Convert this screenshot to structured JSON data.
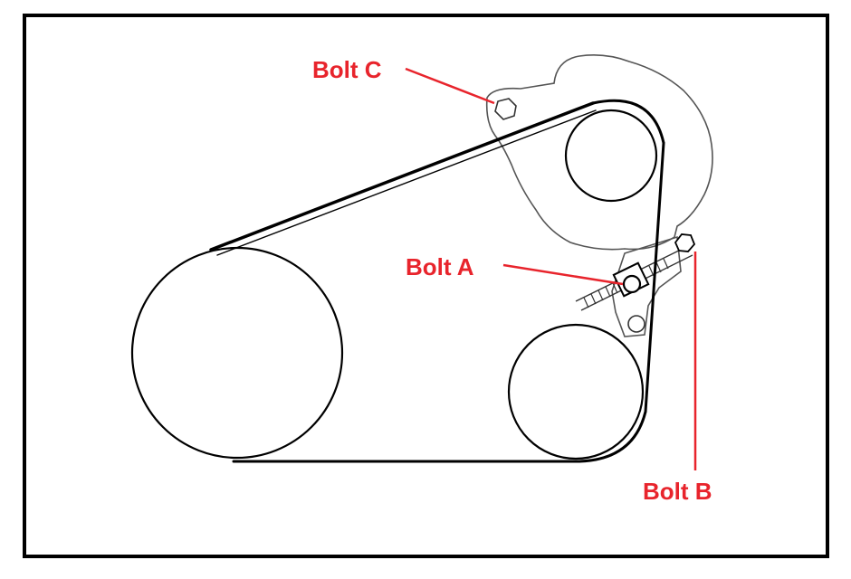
{
  "labels": {
    "bolt_c": "Bolt C",
    "bolt_a": "Bolt A",
    "bolt_b": "Bolt B"
  },
  "colors": {
    "label": "#e8242c",
    "line": "#000000",
    "light_line": "#555555",
    "background": "#ffffff"
  }
}
